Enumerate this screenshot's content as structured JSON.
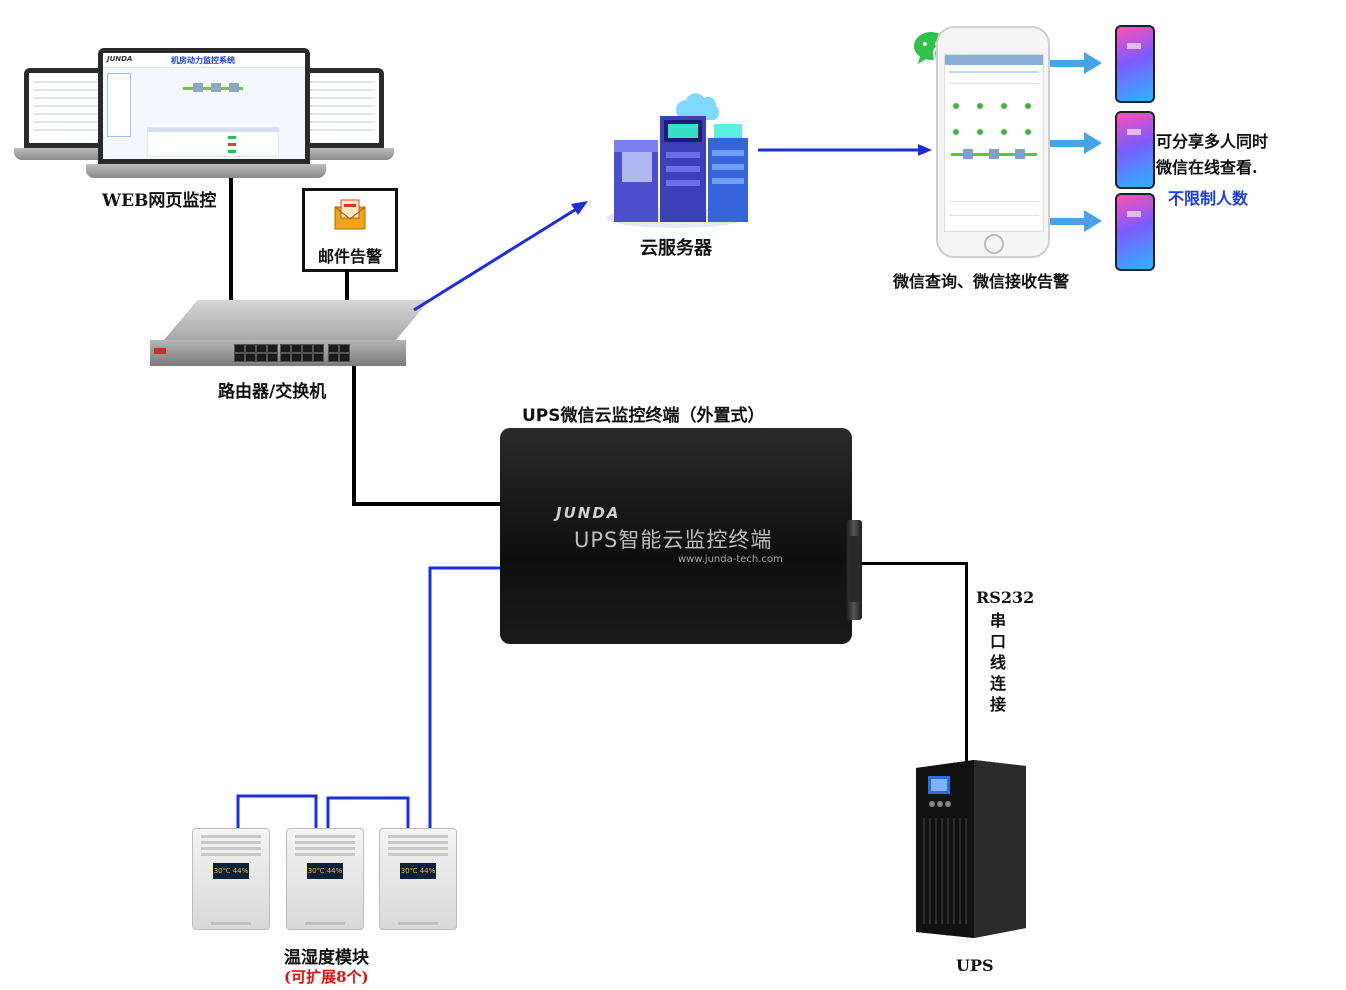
{
  "labels": {
    "web": "WEB网页监控",
    "email": "邮件告警",
    "router": "路由器/交换机",
    "cloud": "云服务器",
    "wechat": "微信查询、微信接收告警",
    "share_line1": "可分享多人同时",
    "share_line2": "微信在线查看.",
    "unlimited": "不限制人数",
    "terminal_title": "UPS微信云监控终端（外置式）",
    "rs232": "RS232",
    "serial_chars": [
      "串",
      "口",
      "线",
      "连",
      "接"
    ],
    "ups": "UPS",
    "sensor": "温湿度模块",
    "sensor_note": "(可扩展8个)"
  },
  "device": {
    "brand": "JUNDA",
    "name": "UPS智能云监控终端",
    "url": "www.junda-tech.com"
  },
  "web_screen": {
    "brand": "JUNDA",
    "title": "机房动力监控系统"
  },
  "sensor_display": "30℃ 44%",
  "colors": {
    "blue_wire": "#1b2de0",
    "black_wire": "#000000",
    "arrow": "#4aa3ea",
    "red": "#e01010",
    "blue_text": "#1a3fe0"
  }
}
